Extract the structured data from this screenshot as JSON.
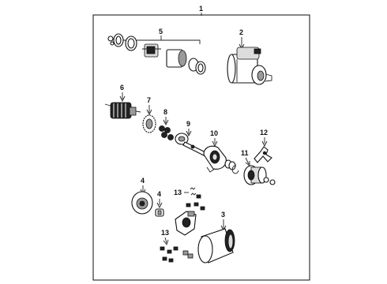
{
  "callouts": {
    "c1": "1",
    "c2": "2",
    "c3": "3",
    "c4a": "4",
    "c4b": "4",
    "c5": "5",
    "c6": "6",
    "c7": "7",
    "c8": "8",
    "c9": "9",
    "c10": "10",
    "c11": "11",
    "c12": "12",
    "c13a": "13",
    "c13b": "13"
  },
  "colors": {
    "line": "#222222",
    "background": "#ffffff",
    "shade_dark": "#222222",
    "shade_mid": "#9a9a9a"
  },
  "parts": [
    "starter-assembly",
    "starter-motor-complete",
    "yoke-housing",
    "brush-holder",
    "brush-kit",
    "armature",
    "planetary-gear",
    "planet-gear",
    "pinion-shaft",
    "drive-housing",
    "overrunning-clutch",
    "shift-lever",
    "small-parts"
  ]
}
